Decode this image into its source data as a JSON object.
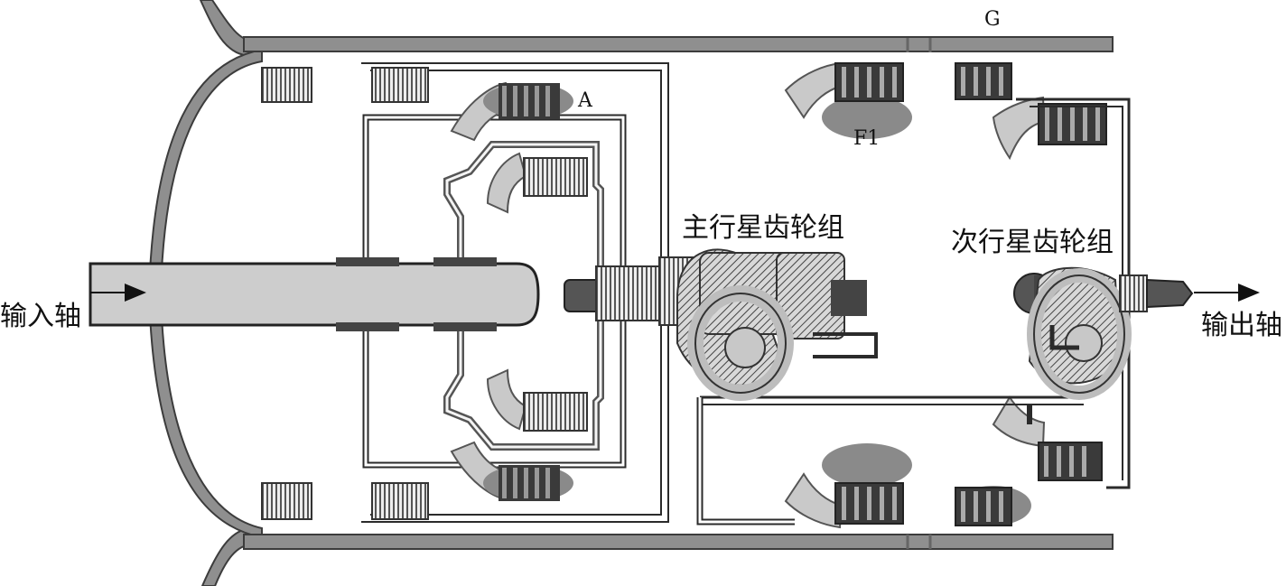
{
  "labels": {
    "input_shaft": "输入轴",
    "output_shaft": "输出轴",
    "primary_planetary": "主行星齿轮组",
    "secondary_planetary": "次行星齿轮组",
    "clutch_a": "A",
    "brake_g": "G",
    "oneway_f1": "F1"
  },
  "colors": {
    "housing": "#8f8f8f",
    "outline": "#2b2b2b",
    "shaft": "#c8c8c8",
    "clutch_pack": "#3a3a3a",
    "highlight": "#8a8a8a",
    "drum": "#bdbdbd"
  }
}
